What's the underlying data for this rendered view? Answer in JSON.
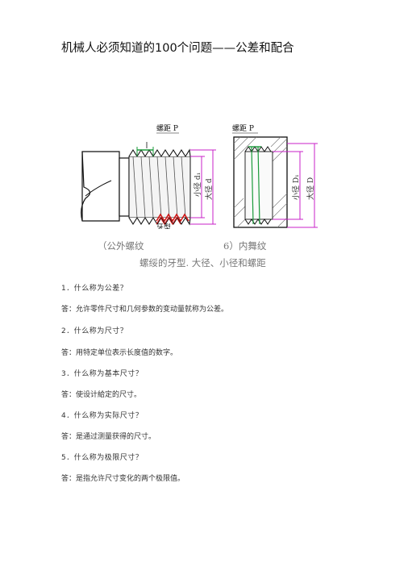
{
  "title": "机械人必须知道的100个问题——公差和配合",
  "figure": {
    "labels": {
      "pitch_left": "螺距 P",
      "pitch_right": "螺距 P",
      "minor_d1": "小径 d₁",
      "major_d": "大径 d",
      "minor_D1": "小径 D₁",
      "major_D": "大径 D",
      "thread_profile": "牙型"
    },
    "caption_left": "（公外螺纹",
    "caption_right": "6）内舞纹",
    "caption_main": "螺绥的牙型. 大径、小径和螺距"
  },
  "qa": [
    {
      "q": "1．什么称为公差？",
      "a": "答：允许零件尺寸和几何参数的变动量就称为公差。"
    },
    {
      "q": "2．什么称为尺寸？",
      "a": "答：用特定单位表示长度值的数字。"
    },
    {
      "q": "3．什么称为基本尺寸？",
      "a": "答：使设计給定的尺寸。"
    },
    {
      "q": "4．什么称为实际尺寸？",
      "a": "答：是通过测量获得的尺寸。"
    },
    {
      "q": "5．什么称为极限尺寸？",
      "a": "答：是指允许尺寸变化的两个极限值。"
    }
  ]
}
